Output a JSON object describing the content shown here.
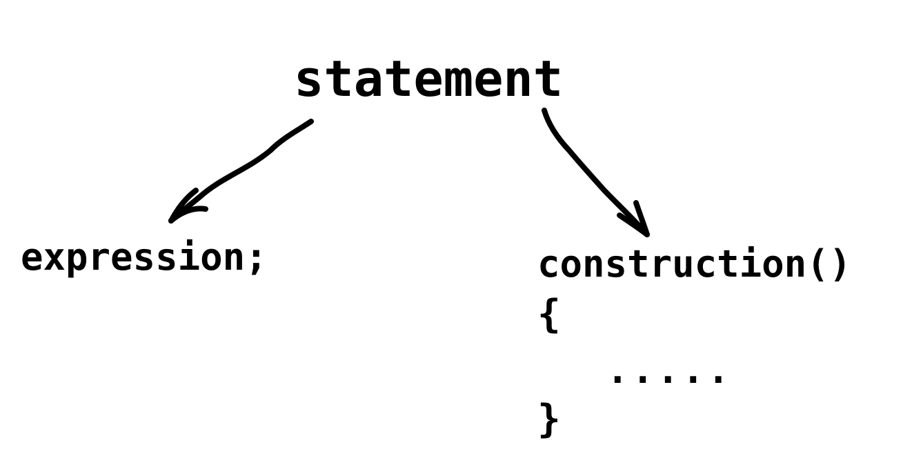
{
  "root": {
    "label": "statement"
  },
  "children": {
    "expression": {
      "label": "expression;"
    },
    "construction": {
      "header": "construction()",
      "open_brace": "{",
      "body": ".....",
      "close_brace": "}"
    }
  },
  "colors": {
    "ink": "#000000",
    "background": "#ffffff"
  }
}
